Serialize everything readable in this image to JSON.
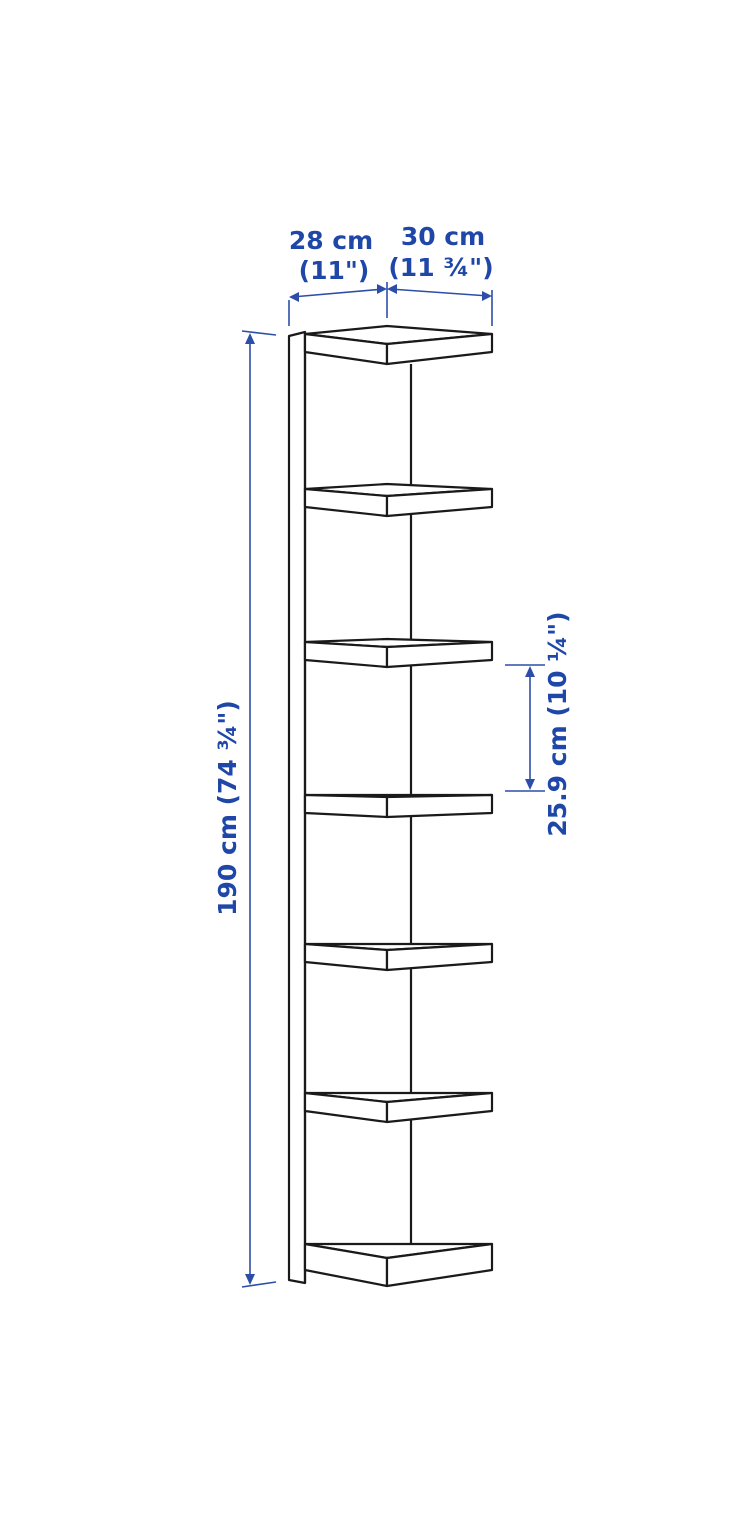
{
  "diagram": {
    "shelf_count": 7,
    "dimensions": {
      "depth_shelf": {
        "metric": "28 cm",
        "imperial": "(11\")"
      },
      "depth_total": {
        "metric": "30 cm",
        "imperial": "(11 ¾\")"
      },
      "height": {
        "label": "190 cm (74 ¾\")"
      },
      "spacing": {
        "label": "25.9 cm (10 ¼\")"
      }
    },
    "colors": {
      "dimension": "#1f47a8",
      "outline": "#1a1a1a",
      "background": "#ffffff"
    }
  }
}
